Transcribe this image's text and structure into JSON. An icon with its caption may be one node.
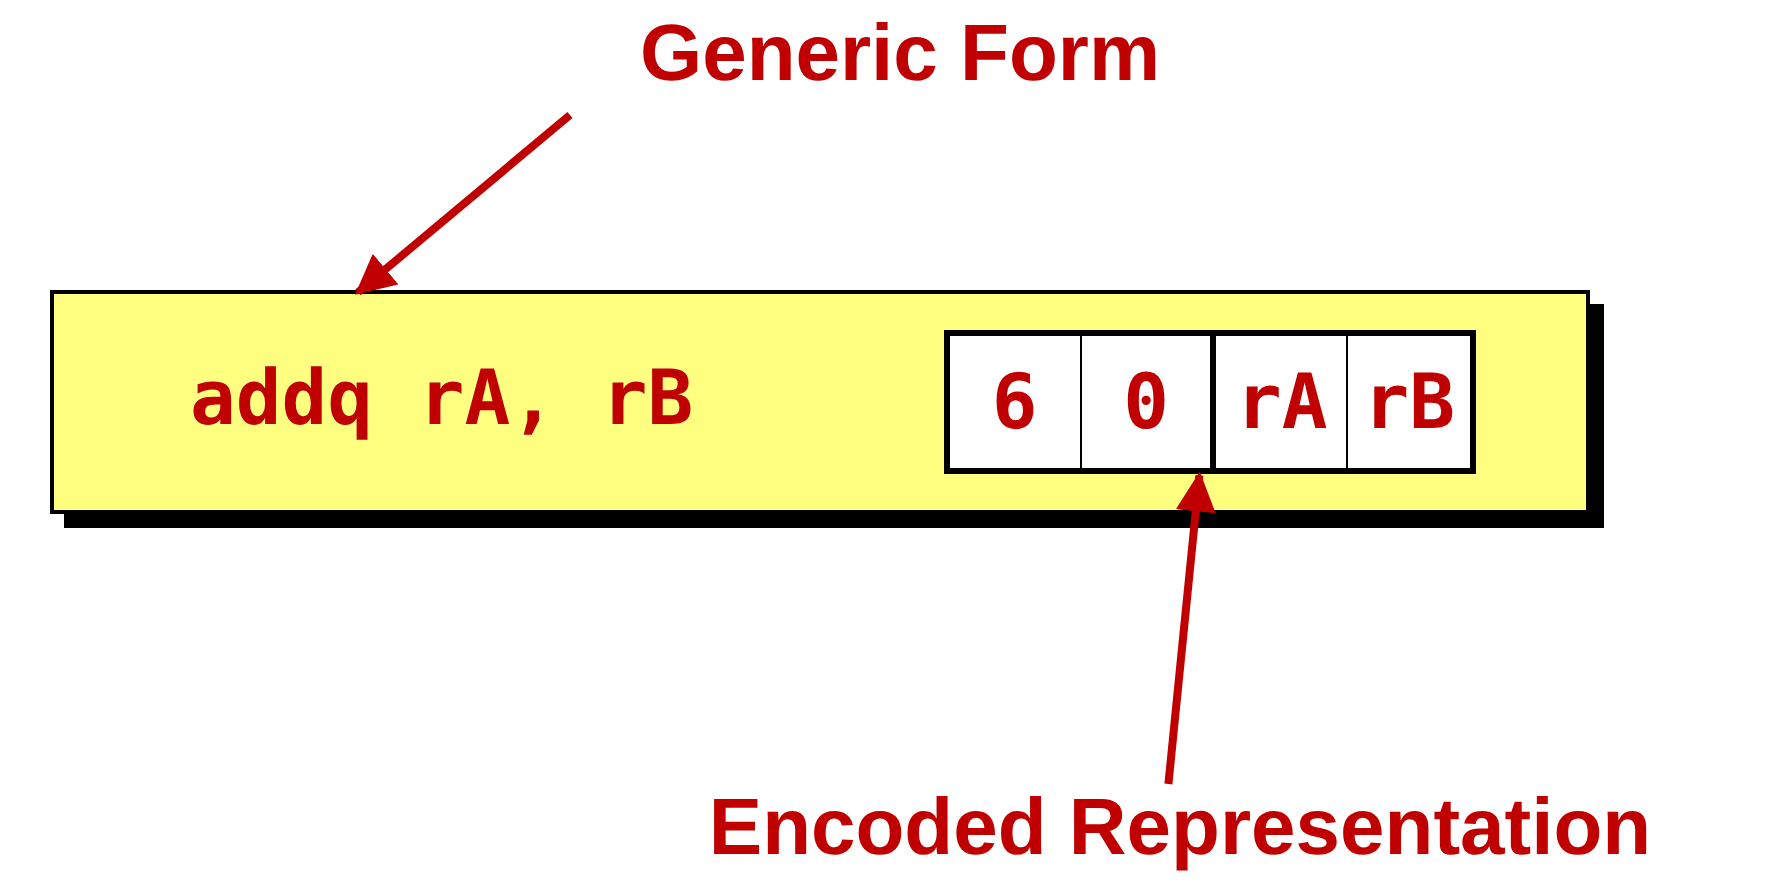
{
  "diagram": {
    "nodes": [
      {
        "text": [
          "Generic Form"
        ]
      },
      {
        "text": [
          "addq rA, rB"
        ]
      },
      {
        "text": [],
        "shape": "box",
        "in": 1
      },
      {
        "text": [
          "6"
        ],
        "in": 2
      },
      {
        "text": [
          "0"
        ],
        "in": 2
      },
      {
        "text": [
          "rA"
        ],
        "in": 2
      },
      {
        "text": [
          "rB"
        ],
        "in": 2
      },
      {
        "text": [
          "Encoded Representation"
        ]
      }
    ],
    "edges": [
      {
        "from": 0,
        "to": 1,
        "arrow": "to"
      },
      {
        "from": 7,
        "to": 2,
        "arrow": "to"
      }
    ]
  }
}
